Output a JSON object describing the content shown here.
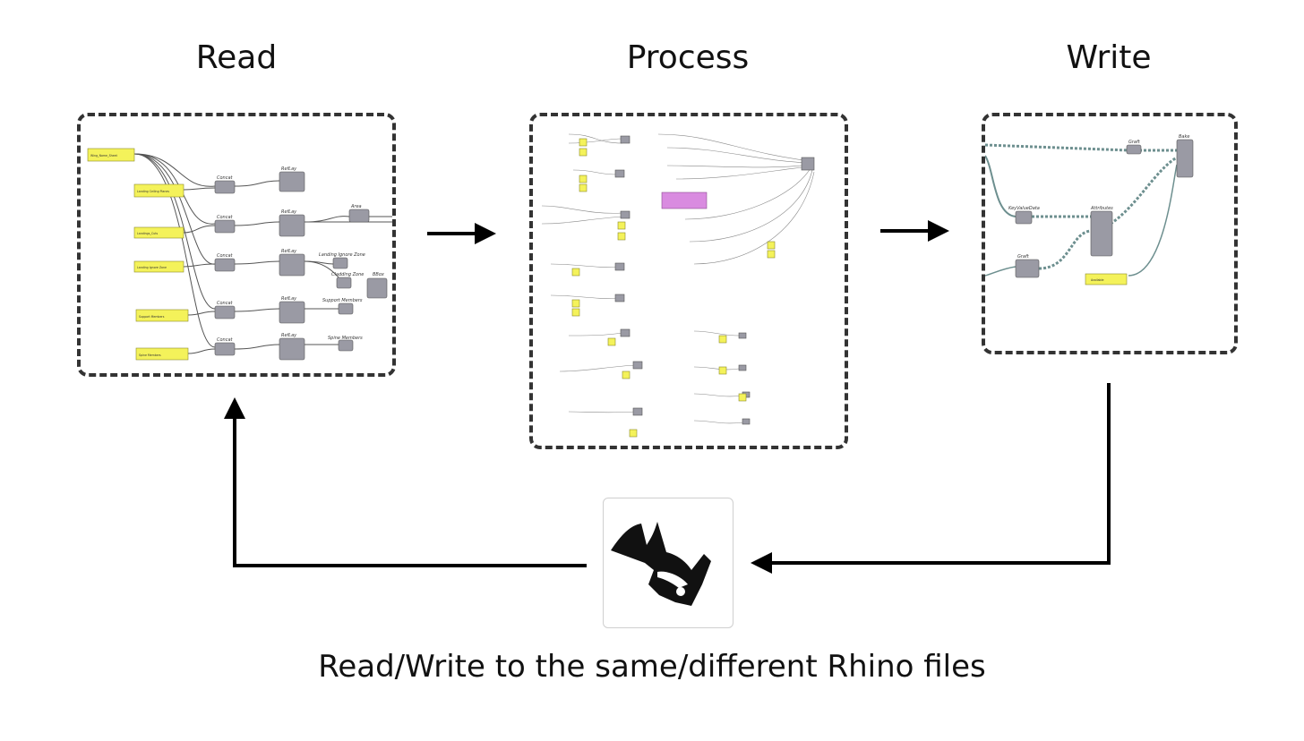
{
  "stages": {
    "read": "Read",
    "process": "Process",
    "write": "Write"
  },
  "caption": "Read/Write to the same/different Rhino files",
  "logo_icon": "rhino-logo-icon",
  "read_graph": {
    "params": [
      "Wing_Name_Sheet",
      "Landing Ceiling Planes",
      "Landings_Cuts",
      "Landing Ignore Zone",
      "Support Members",
      "Spine Members"
    ],
    "components": [
      "Concat",
      "Concat",
      "Concat",
      "Concat",
      "Concat"
    ],
    "refs": [
      "RefLay",
      "RefLay",
      "RefLay",
      "RefLay",
      "RefLay"
    ],
    "outputs": [
      "Area",
      "Landing Ignore Zone",
      "Cladding Zone",
      "BBox",
      "Support Members",
      "Spine Members"
    ]
  },
  "write_graph": {
    "components": [
      "Graft",
      "Bake",
      "KeyValueData",
      "Attributes",
      "Graft"
    ],
    "params": [
      "Available"
    ]
  }
}
